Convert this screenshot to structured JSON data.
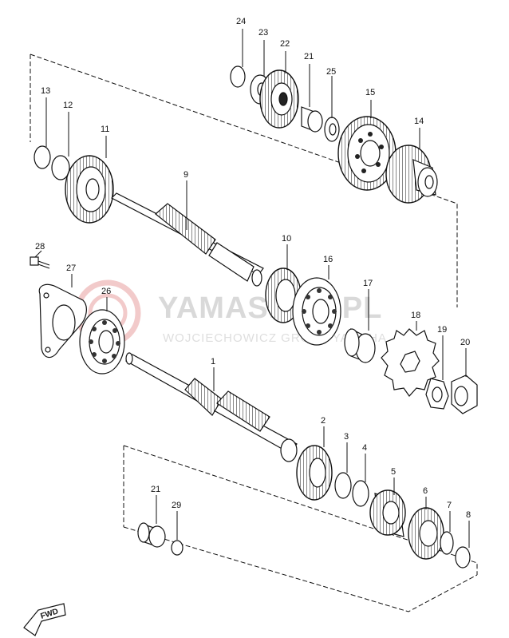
{
  "watermark": {
    "main_text": "YAMASHOP.PL",
    "sub_text": "WOJCIECHOWICZ GROUP YAMAHA",
    "logo_color": "#e9a0a0",
    "text_color": "#d9d9d9"
  },
  "fwd_label": "FWD",
  "callouts": {
    "p1": "1",
    "p2": "2",
    "p3": "3",
    "p4": "4",
    "p5": "5",
    "p6": "6",
    "p7": "7",
    "p8": "8",
    "p9": "9",
    "p10": "10",
    "p11": "11",
    "p12": "12",
    "p13": "13",
    "p14": "14",
    "p15": "15",
    "p16": "16",
    "p17": "17",
    "p18": "18",
    "p19": "19",
    "p20": "20",
    "p21a": "21",
    "p21b": "21",
    "p22": "22",
    "p23": "23",
    "p24": "24",
    "p25": "25",
    "p26": "26",
    "p27": "27",
    "p28": "28",
    "p29": "29"
  }
}
